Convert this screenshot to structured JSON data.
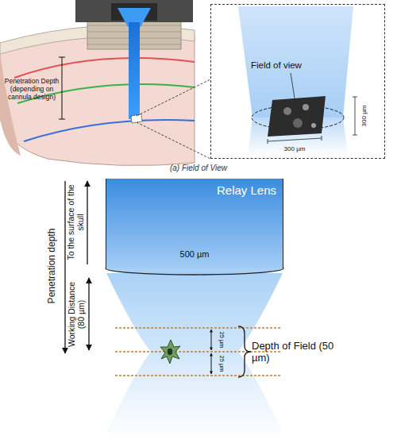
{
  "diagram": {
    "caption": "(a) Field of View",
    "nodes": [
      {
        "text": [
          "Field of view"
        ]
      },
      {
        "text": [
          "Relay Lens"
        ]
      }
    ],
    "labels": [
      "Penetration Depth (depending on cannula design)",
      "300 µm",
      "300 µm",
      "500 µm",
      "Penetration depth",
      "To the surface of the skull",
      "Working Distance (80 µm)",
      "25 µm",
      "25 µm",
      "Depth of Field (50 µm)"
    ]
  }
}
